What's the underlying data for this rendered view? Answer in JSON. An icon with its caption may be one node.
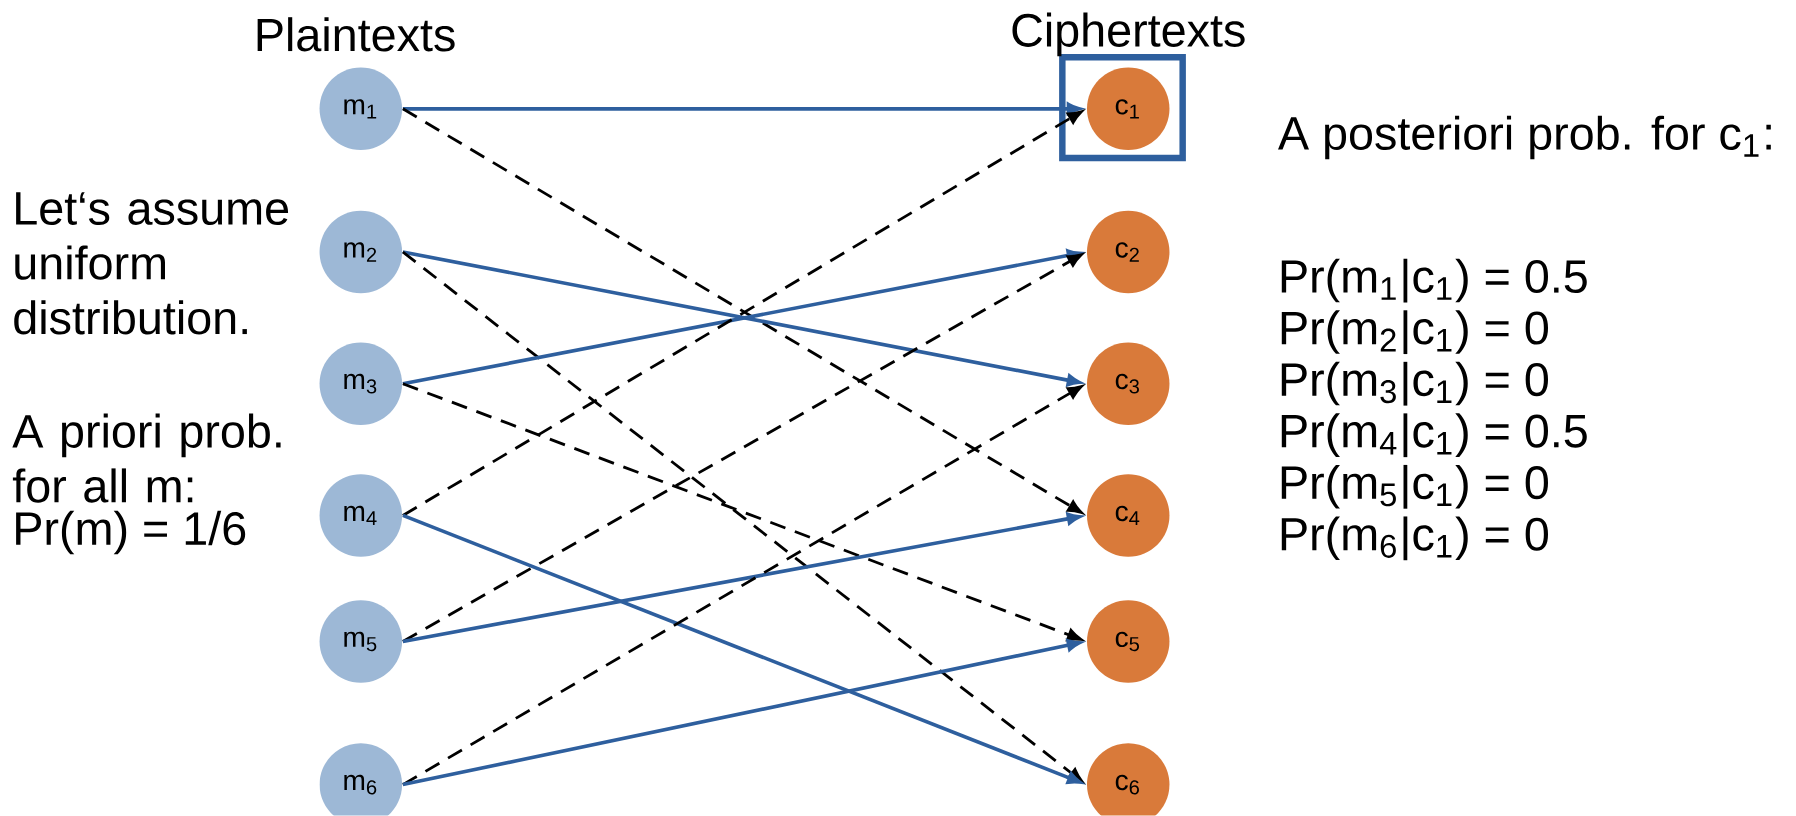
{
  "diagram": {
    "nodes": [
      {
        "text": [
          "m$_{1}$"
        ]
      },
      {
        "text": [
          "m$_{2}$"
        ]
      },
      {
        "text": [
          "m$_{3}$"
        ]
      },
      {
        "text": [
          "m$_{4}$"
        ]
      },
      {
        "text": [
          "m$_{5}$"
        ]
      },
      {
        "text": [
          "m$_{6}$"
        ]
      },
      {
        "text": [],
        "shape": "box"
      },
      {
        "text": [
          "c$_{1}$"
        ],
        "in": 6
      },
      {
        "text": [
          "c$_{2}$"
        ]
      },
      {
        "text": [
          "c$_{3}$"
        ]
      },
      {
        "text": [
          "c$_{4}$"
        ]
      },
      {
        "text": [
          "c$_{5}$"
        ]
      },
      {
        "text": [
          "c$_{6}$"
        ]
      }
    ],
    "edges": [
      {
        "from": 0,
        "to": 7,
        "arrow": "to"
      },
      {
        "from": 0,
        "to": 10,
        "arrow": "to",
        "style": "dashed",
        "color": "#000000"
      },
      {
        "from": 1,
        "to": 9,
        "arrow": "to"
      },
      {
        "from": 1,
        "to": 12,
        "arrow": "to",
        "style": "dashed",
        "color": "#000000"
      },
      {
        "from": 2,
        "to": 8,
        "arrow": "to"
      },
      {
        "from": 2,
        "to": 11,
        "arrow": "to",
        "style": "dashed",
        "color": "#000000"
      },
      {
        "from": 3,
        "to": 7,
        "arrow": "to",
        "style": "dashed",
        "color": "#000000"
      },
      {
        "from": 3,
        "to": 12,
        "arrow": "to"
      },
      {
        "from": 4,
        "to": 8,
        "arrow": "to",
        "style": "dashed",
        "color": "#000000"
      },
      {
        "from": 4,
        "to": 10,
        "arrow": "to"
      },
      {
        "from": 5,
        "to": 9,
        "arrow": "to",
        "style": "dashed",
        "color": "#000000"
      },
      {
        "from": 5,
        "to": 11,
        "arrow": "to"
      }
    ],
    "labels": [
      "Plaintexts",
      "Ciphertexts",
      "Let‘s assume uniform distribution.",
      "A priori prob. for all m:",
      "Pr(m) = 1/6",
      "A posteriori prob. for c$_{1}$:",
      "Pr(m$_{1}$|c$_{1}$) = 0.5",
      "Pr(m$_{2}$|c$_{1}$) = 0",
      "Pr(m$_{3}$|c$_{1}$) = 0",
      "Pr(m$_{4}$|c$_{1}$) = 0.5",
      "Pr(m$_{5}$|c$_{1}$) = 0",
      "Pr(m$_{6}$|c$_{1}$) = 0"
    ]
  }
}
